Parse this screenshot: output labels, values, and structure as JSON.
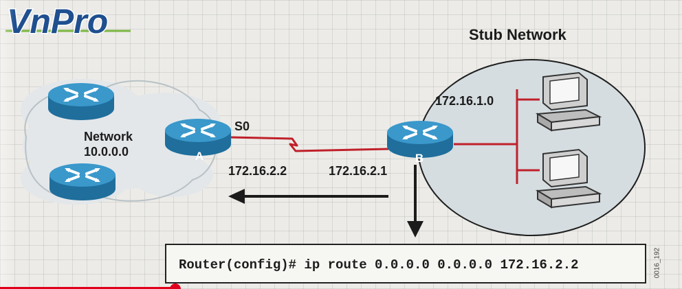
{
  "logo": {
    "text": "VnPro"
  },
  "stub": {
    "title": "Stub Network",
    "lan": "172.16.1.0"
  },
  "network": {
    "label_line1": "Network",
    "label_line2": "10.0.0.0"
  },
  "routers": {
    "a": "A",
    "b": "B"
  },
  "link": {
    "interface": "S0",
    "ip_a": "172.16.2.2",
    "ip_b": "172.16.2.1"
  },
  "command": {
    "text": "Router(config)# ip route 0.0.0.0 0.0.0.0 172.16.2.2"
  },
  "figure_code": "0016_192",
  "colors": {
    "router_body": "#2f87b8",
    "router_top": "#3a98cb",
    "link": "#c0202a",
    "cloud": "#e3e7ea",
    "stub_area": "#d5dde1"
  },
  "icons": [
    "router-icon",
    "computer-icon",
    "arrow-left-icon",
    "arrow-down-icon",
    "cloud-icon"
  ]
}
